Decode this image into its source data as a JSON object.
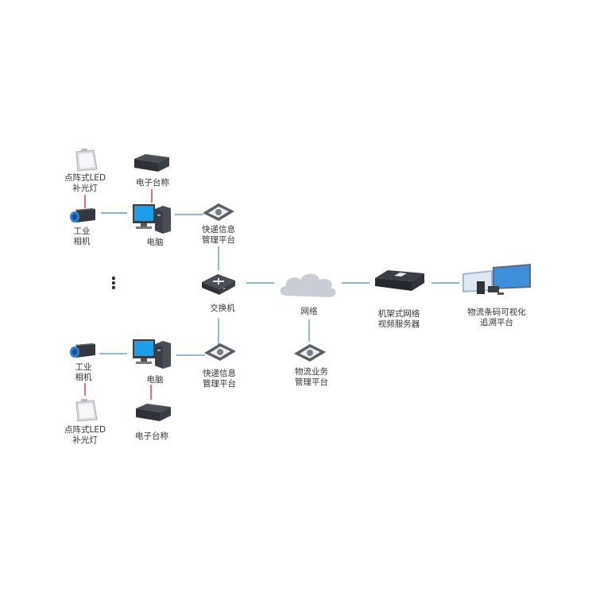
{
  "colors": {
    "link_blue": "#6a9ec8",
    "link_red": "#d0364b",
    "device_dark": "#3d4148",
    "screen_blue": "#1e9ee8",
    "cloud": "#c9ced6"
  },
  "top_group": {
    "led": [
      "点阵式LED",
      "补光灯"
    ],
    "camera": [
      "工业",
      "相机"
    ],
    "scale": "电子台称",
    "pc": "电脑",
    "platform": [
      "快递信息",
      "管理平台"
    ]
  },
  "bottom_group": {
    "led": [
      "点阵式LED",
      "补光灯"
    ],
    "camera": [
      "工业",
      "相机"
    ],
    "scale": "电子台称",
    "pc": "电脑",
    "platform": [
      "快递信息",
      "管理平台"
    ]
  },
  "switch": "交换机",
  "network": "网络",
  "logistics_platform": [
    "物流业务",
    "管理平台"
  ],
  "server": [
    "机架式网络",
    "视频服务器"
  ],
  "trace_platform": [
    "物流条码可视化",
    "追溯平台"
  ],
  "ellipsis": "⋮"
}
